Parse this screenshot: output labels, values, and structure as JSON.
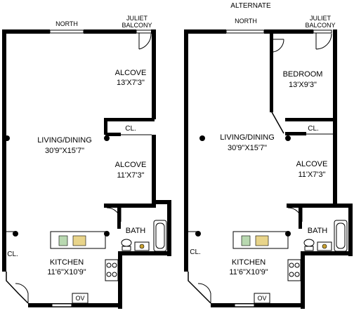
{
  "header": {
    "alternate_label": "ALTERNATE"
  },
  "plans": [
    {
      "north": "NORTH",
      "juliet_line1": "JULIET",
      "juliet_line2": "BALCONY",
      "alcove_upper_name": "ALCOVE",
      "alcove_upper_dims": "13'X7'3\"",
      "closet_upper": "CL.",
      "living_name": "LIVING/DINING",
      "living_dims": "30'9\"X15'7\"",
      "alcove_lower_name": "ALCOVE",
      "alcove_lower_dims": "11'X7'3\"",
      "bath": "BATH",
      "closet_entry": "CL.",
      "kitchen_name": "KITCHEN",
      "kitchen_dims": "11'6\"X10'9\"",
      "oven": "OV"
    },
    {
      "north": "NORTH",
      "juliet_line1": "JULIET",
      "juliet_line2": "BALCONY",
      "bedroom_name": "BEDROOM",
      "bedroom_dims": "13'X9'3\"",
      "closet_upper": "CL.",
      "living_name": "LIVING/DINING",
      "living_dims": "30'9\"X15'7\"",
      "alcove_lower_name": "ALCOVE",
      "alcove_lower_dims": "11'X7'3\"",
      "bath": "BATH",
      "closet_entry": "CL.",
      "kitchen_name": "KITCHEN",
      "kitchen_dims": "11'6\"X10'9\"",
      "oven": "OV"
    }
  ]
}
